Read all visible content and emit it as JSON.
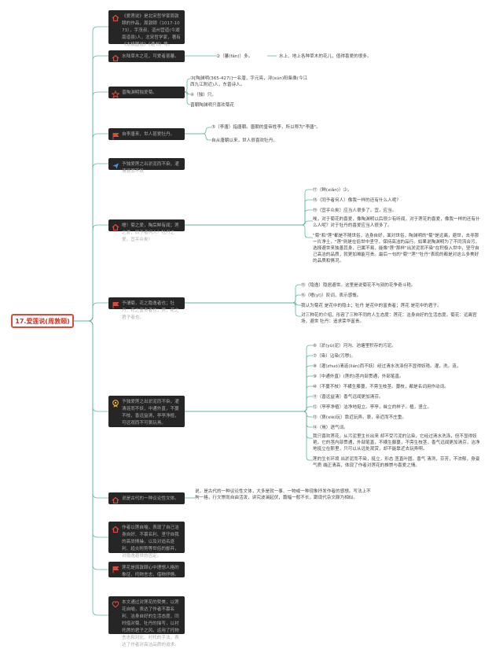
{
  "root": {
    "label": "17.爱莲说(周敦颐)"
  },
  "colors": {
    "line": "#62b5a0",
    "accent": "#d94b3c",
    "node_bg": "#262626"
  },
  "branches": [
    {
      "icon": "home-icon",
      "text": "《爱莲说》是北宋哲学家周敦颐的作品，周敦颐（1017-1073），字茂叔，道州营道(今湖南道县)人，北宋哲学家，著有《太极图说》《通书》等。",
      "leaves": []
    },
    {
      "icon": "home-icon",
      "text": "水陆草木之花，可爱者甚蕃。",
      "leaves": [
        "②（蕃(fán)）多。",
        "水上、地上各种草木的花儿，值得喜爱的很多。"
      ]
    },
    {
      "icon": "star-icon",
      "text": "晋陶渊明独爱菊。",
      "leaves": [
        "③[陶渊明(365-427)]一名潜，字元亮，浔(xún)阳柴桑(今江西九江附近)人，东晋诗人。",
        "④（独）只。",
        "晋朝陶渊明只喜欢菊花"
      ]
    },
    {
      "icon": "flag-icon",
      "text": "自李唐来，世人甚爱牡丹。",
      "leaves": [
        "⑤（李唐）指唐朝。唐朝的皇帝姓李，所以称为\"李唐\"。",
        "自从唐朝以来，世人很喜欢牡丹。"
      ]
    },
    {
      "icon": "plane-icon",
      "text": "予独爱莲之出淤泥而不染，濯清涟而不妖",
      "leaves": []
    },
    {
      "icon": "home-icon",
      "text": "噫！菊之爱，陶后鲜有闻；莲之爱，同予者何人？牡丹之爱，宜乎众矣！",
      "leaves": [
        "⑰（鲜(xiǎn)）少。",
        "⑱（同予者何人）像我一样的还有什么人呢？",
        "⑲（宜乎众矣）应当人很多了。宜，应当。",
        "唉，对于菊花的喜爱，像陶渊明以后很少有听闻，对于莲花的喜爱，像我一样的还有什么人呢？对于牡丹的喜爱应当人很多了。",
        "\"菊\"和\"莲\"都是不随世俗，洁身自好，面对世俗，陶渊明的\"菊\"是远离，避世，去寻那一片净土，\"莲\"则是在俗世中坚守，保持高洁的品行。如果说陶渊明为了不同流合污，选择避世来独善其身，已属不易，能像\"莲\"那样\"出淤泥而不染\"在积极入世中，坚守自己高洁的品质，就更加难能可贵。最后一句的\"菊\"\"莲\"\"牡丹\"表现的都是对这么多美好的品质和情况。"
      ]
    },
    {
      "icon": "flag-icon",
      "text": "予谓菊，花之隐逸者也；牡丹，花之富贵者也；莲，花之君子者也。",
      "leaves": [
        "⑮（隐逸）隐居避世。这里是说菊花不与别的花争奇斗艳。",
        "⑯（噫(yī)）叹词，表示感慨。",
        "我认为菊花 是花中的隐士；牡丹 是花中的富贵者；莲花 是花中的君子。",
        "对三种花的介绍，形容了三种不同的人生态度：莲花：洁身自好的生活态度。菊花：远离官场，避世 牡丹：追求荣华富贵。"
      ]
    },
    {
      "icon": "badge-icon",
      "text": "予独爱莲之出淤泥而不染，濯清涟而不妖，中通外直，不蔓不枝，香远益清，亭亭净植，可远观而不可亵玩焉。",
      "leaves": [
        "⑥（淤(yū)泥）河沟、池塘里积存的污泥。",
        "⑦（染）沾染(污秽)。",
        "⑧（濯(zhuó)清涟(lián)而不妖）经过清水洗涤但不显得妖艳。濯，洗。涟，",
        "⑨（中通外直）(莲的)茎内部贯通，外部笔直。",
        "⑩（不蔓不枝）不横生藤蔓，不旁生枝茎。蔓枝，都是名词用作动词。",
        "⑪（香远益清）香气远闻更加清芬。",
        "⑫（亭亭净植）洁净地挺立。亭亭，耸立的样子。植，竖立。",
        "⑬（亵(xiè)玩）靠近玩弄。亵，亲近而不庄重。",
        "⑭（焉）语气词。",
        "我只喜欢莲花，从污泥里生长出来 却不受污泥的沾染，它经过清水洗涤，但不显得妖艳，它的茎内部贯通，外部笔直，不横生藤蔓，不旁生枝茎，香气远闻更加清芬，洁净地挺立在那里，只可以从远处观赏，却不能靠近去玩弄啊。",
        "莲的生长环境 出淤泥而不染，挺立，形态 茎直叶圆，香气 清冽，芬芳，不浓郁，身姿气质 端正清高，体现了作者对莲花的推崇与喜爱之情。"
      ]
    },
    {
      "icon": "home-icon",
      "text": "说是古代的一种议论性文体。",
      "leaves": [
        "说，是古代的一种议论性文体，大多是就一事、一物或一种现象抒发作者的感想。写法上不拘一格，行文崇尚自由活泼，讲究波澜起伏，篇幅一般不长，跟现代杂文颇为相似。"
      ]
    },
    {
      "icon": "home-icon",
      "text": "作者以莲自喻，表现了自己洁身自好、不慕名利、坚守自我的高尚情操，以及对追名逐利、趋炎附势等世俗的鄙弃，对隐逸避世的否定。",
      "leaves": []
    },
    {
      "icon": "flag-icon",
      "text": "莲花是周敦颐心中理想人格的象征，托物言志，借物抒情。",
      "leaves": []
    },
    {
      "icon": "heart-icon",
      "text": "本文通过对莲花的赞美，以莲花自喻，表达了作者不慕名利、洁身自好的生活态度，同时借对菊、牡丹的描写，以衬托莲的君子之风，运用了托物言志和对比、衬托的手法，表达了作者对高洁品质的追求。",
      "leaves": []
    }
  ]
}
